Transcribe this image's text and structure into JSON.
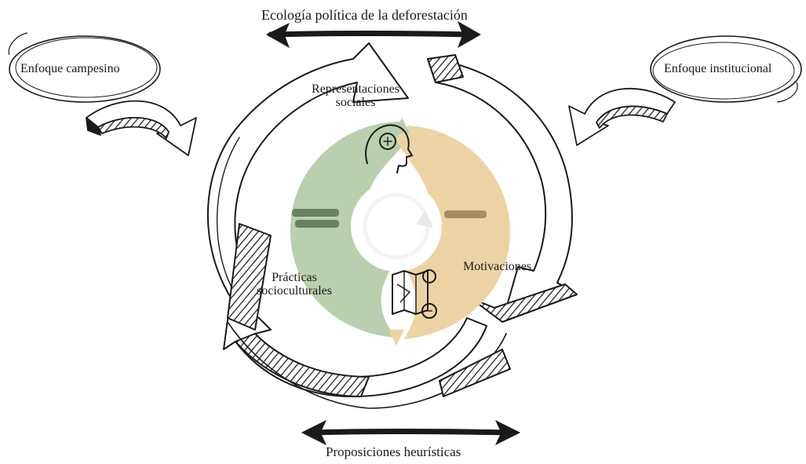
{
  "labels": {
    "top_title": "Ecología política de la deforestación",
    "bottom_title": "Proposiciones heurísticas",
    "left_bubble": "Enfoque campesino",
    "right_bubble": "Enfoque institucional",
    "representaciones_line1": "Representaciones",
    "representaciones_line2": "sociales",
    "practicas_line1": "Prácticas",
    "practicas_line2": "socioculturales",
    "motivaciones": "Motivaciones"
  },
  "icons": {
    "head": "head-brain-icon",
    "map": "map-pin-icon",
    "refresh": "refresh-cycle-icon"
  },
  "colors": {
    "green_half": "#b9cfae",
    "beige_half": "#ecd3a4",
    "ink": "#1a1a1a"
  }
}
